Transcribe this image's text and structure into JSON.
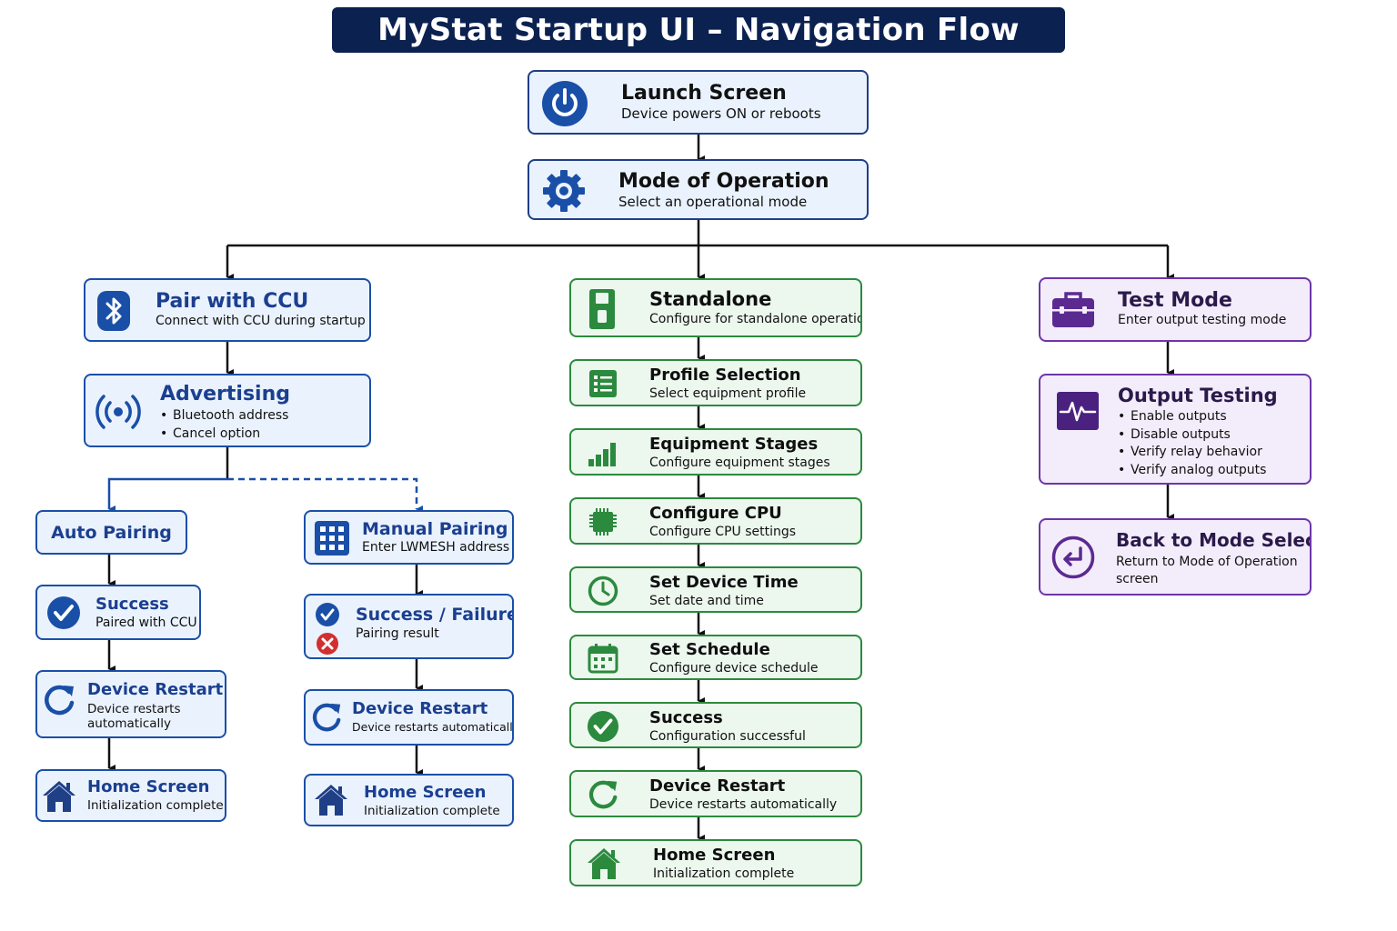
{
  "title": "MyStat Startup UI – Navigation Flow",
  "colors": {
    "navy": "#0b2150",
    "ccu_blue": "#1a4fa8",
    "standalone_green": "#2b8a3e",
    "test_purple": "#6d35a8",
    "failure_red": "#d32f2f"
  },
  "nodes": {
    "launch": {
      "title": "Launch Screen",
      "subtitle": "Device powers ON or reboots",
      "icon": "power-icon"
    },
    "mode": {
      "title": "Mode of Operation",
      "subtitle": "Select an operational mode",
      "icon": "gear-icon"
    },
    "pair": {
      "title": "Pair with CCU",
      "subtitle": "Connect with CCU during startup",
      "icon": "bluetooth-icon"
    },
    "advertising": {
      "title": "Advertising",
      "bullets": [
        "Bluetooth address",
        "Cancel option"
      ],
      "icon": "broadcast-icon"
    },
    "auto_pairing": {
      "title": "Auto Pairing"
    },
    "manual_pairing": {
      "title": "Manual Pairing",
      "subtitle": "Enter LWMESH address",
      "icon": "keypad-icon"
    },
    "auto_success": {
      "title": "Success",
      "subtitle": "Paired with CCU",
      "icon": "check-circle-icon"
    },
    "manual_result": {
      "title": "Success / Failure",
      "subtitle": "Pairing result",
      "icon": "check-and-error-icon"
    },
    "auto_restart": {
      "title": "Device Restart",
      "subtitle_lines": [
        "Device restarts",
        "automatically"
      ],
      "icon": "restart-icon"
    },
    "manual_restart": {
      "title": "Device Restart",
      "subtitle": "Device restarts automatically",
      "icon": "restart-icon"
    },
    "auto_home": {
      "title": "Home Screen",
      "subtitle": "Initialization complete",
      "icon": "home-icon"
    },
    "manual_home": {
      "title": "Home Screen",
      "subtitle": "Initialization complete",
      "icon": "home-icon"
    },
    "standalone": {
      "title": "Standalone",
      "subtitle": "Configure for standalone operation",
      "icon": "device-icon"
    },
    "profile": {
      "title": "Profile Selection",
      "subtitle": "Select equipment profile",
      "icon": "list-icon"
    },
    "stages": {
      "title": "Equipment Stages",
      "subtitle": "Configure equipment stages",
      "icon": "bar-chart-icon"
    },
    "cpu": {
      "title": "Configure CPU",
      "subtitle": "Configure CPU settings",
      "icon": "cpu-icon"
    },
    "time": {
      "title": "Set Device Time",
      "subtitle": "Set date and time",
      "icon": "clock-icon"
    },
    "schedule": {
      "title": "Set Schedule",
      "subtitle": "Configure device schedule",
      "icon": "calendar-icon"
    },
    "sa_success": {
      "title": "Success",
      "subtitle": "Configuration successful",
      "icon": "check-circle-icon"
    },
    "sa_restart": {
      "title": "Device Restart",
      "subtitle": "Device restarts automatically",
      "icon": "restart-icon"
    },
    "sa_home": {
      "title": "Home Screen",
      "subtitle": "Initialization complete",
      "icon": "home-icon"
    },
    "test": {
      "title": "Test Mode",
      "subtitle": "Enter output testing mode",
      "icon": "toolbox-icon"
    },
    "output": {
      "title": "Output Testing",
      "bullets": [
        "Enable outputs",
        "Disable outputs",
        "Verify relay behavior",
        "Verify analog outputs"
      ],
      "icon": "pulse-icon"
    },
    "back": {
      "title": "Back to Mode Select",
      "subtitle_lines": [
        "Return to Mode of Operation",
        "screen"
      ],
      "icon": "return-icon"
    }
  }
}
